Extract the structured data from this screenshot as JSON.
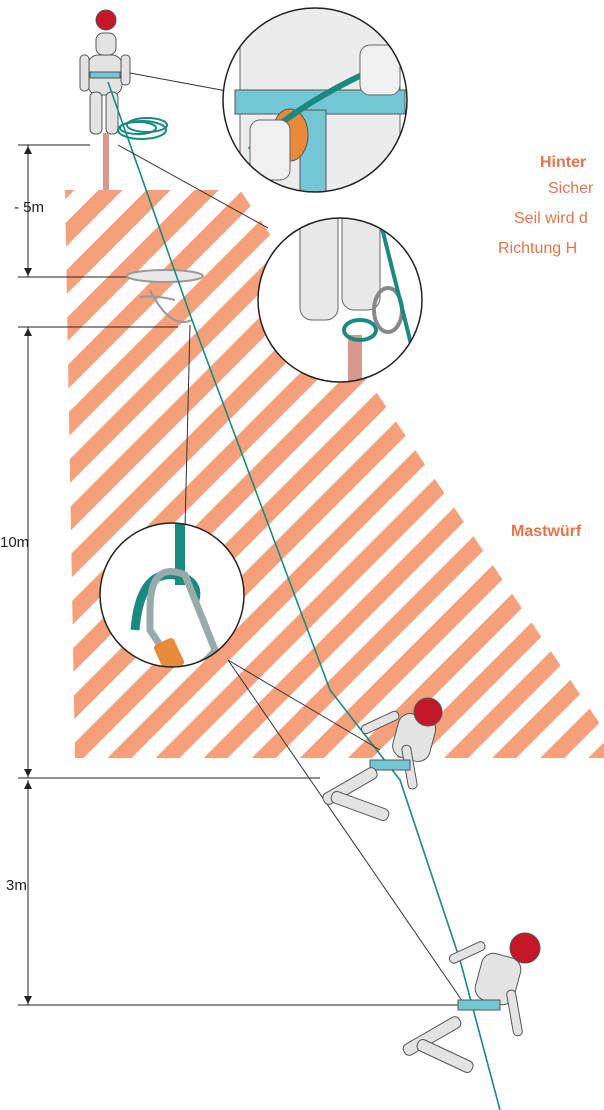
{
  "dimensions": {
    "top": "- 5m",
    "middle": "10m",
    "bottom": "3m"
  },
  "notes": {
    "hinter_title": "Hinter",
    "hinter_lines": [
      "Sicher",
      "Seil wird d",
      "Richtung H"
    ],
    "mastwurf_title": "Mastwürf"
  },
  "colors": {
    "stripe": "#f5a07a",
    "rope": "#1a8a80",
    "helmet": "#c4182a",
    "figure": "#e3e3e3",
    "harness": "#74c6d4",
    "carabiner_gate": "#e88a3a",
    "anchor_stake": "#d89a8c",
    "text_accent": "#e8734a"
  }
}
